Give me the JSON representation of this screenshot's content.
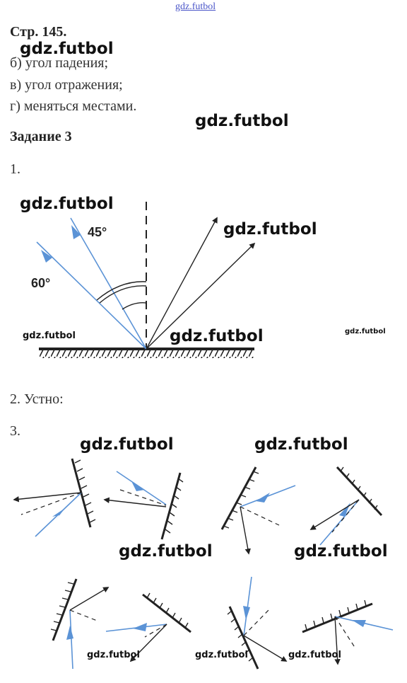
{
  "site_link": "gdz.futbol",
  "page_ref": "Стр. 145.",
  "answers": {
    "b": "б) угол падения;",
    "v": "в) угол отражения;",
    "g": "г) меняться местами."
  },
  "task_title": "Задание 3",
  "items": {
    "one": "1.",
    "two": "2. Устно:",
    "three": "3."
  },
  "figure1": {
    "angle_45": "45°",
    "angle_60": "60°"
  },
  "watermark": "gdz.futbol",
  "colors": {
    "incident_ray": "#5b93d6",
    "reflected_ray": "#222222",
    "watermark_link": "#4a55c8"
  }
}
